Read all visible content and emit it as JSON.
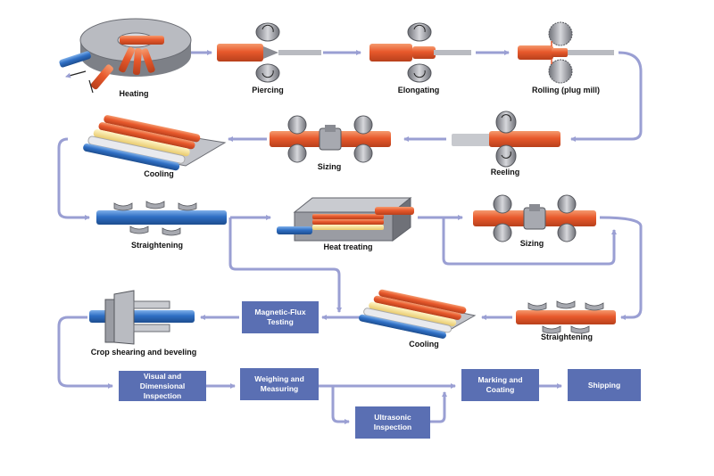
{
  "colors": {
    "hot_pipe": "#e8592c",
    "cool_pipe": "#2f6fc4",
    "flow_line": "#9a9fd3",
    "process_box": "#5a6fb3",
    "machine_gray": "#9a9ca3"
  },
  "stages": {
    "heating": "Heating",
    "piercing": "Piercing",
    "elongating": "Elongating",
    "rolling": "Rolling (plug mill)",
    "reeling": "Reeling",
    "sizing_1": "Sizing",
    "cooling_1": "Cooling",
    "straightening_1": "Straightening",
    "heat_treating": "Heat treating",
    "sizing_2": "Sizing",
    "straightening_2": "Straightening",
    "cooling_2": "Cooling",
    "crop_shearing": "Crop shearing and beveling"
  },
  "boxes": {
    "magnetic_flux": [
      "Magnetic-Flux",
      "Testing"
    ],
    "visual": [
      "Visual and",
      "Dimensional Inspection"
    ],
    "weighing": [
      "Weighing and",
      "Measuring"
    ],
    "ultrasonic": [
      "Ultrasonic",
      "Inspection"
    ],
    "marking": [
      "Marking and",
      "Coating"
    ],
    "shipping": [
      "Shipping"
    ]
  }
}
